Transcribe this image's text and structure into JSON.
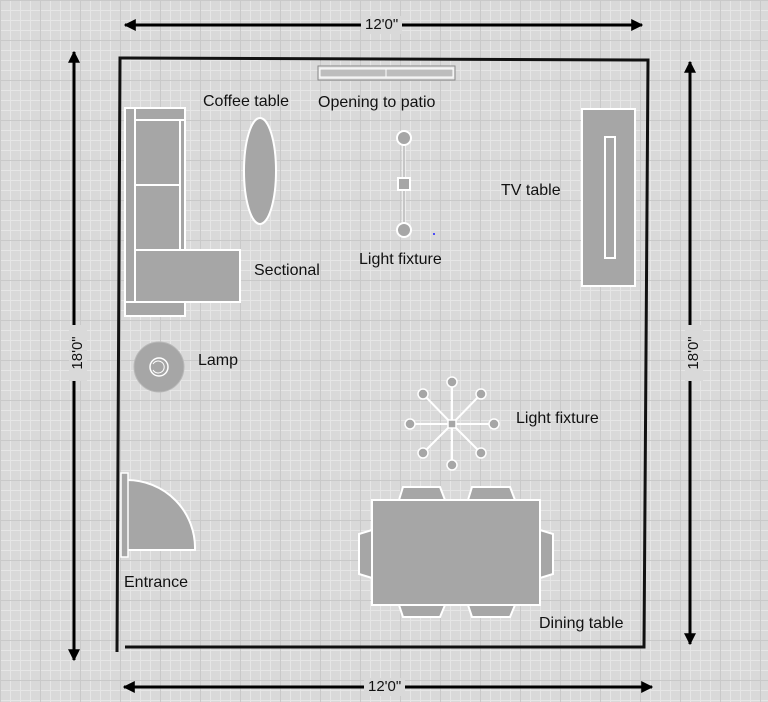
{
  "dimensions": {
    "top": "12'0\"",
    "bottom": "12'0\"",
    "left": "18'0\"",
    "right": "18'0\""
  },
  "labels": {
    "coffee_table": "Coffee table",
    "opening_to_patio": "Opening to patio",
    "tv_table": "TV table",
    "sectional": "Sectional",
    "light_fixture_1": "Light fixture",
    "lamp": "Lamp",
    "light_fixture_2": "Light fixture",
    "entrance": "Entrance",
    "dining_table": "Dining table"
  },
  "colors": {
    "furniture_fill": "#a6a6a6",
    "furniture_stroke": "#ffffff",
    "wall": "#111111",
    "fixture": "#8c8c8c"
  }
}
